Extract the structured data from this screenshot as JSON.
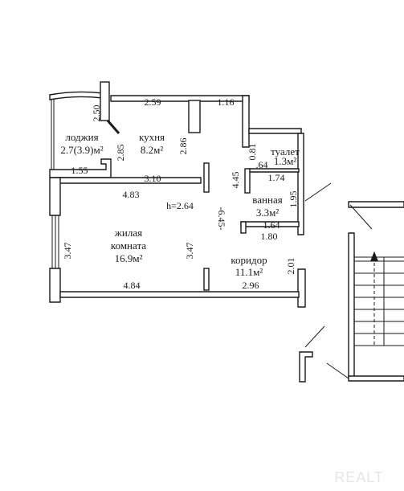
{
  "rooms": {
    "loggia": {
      "name": "лоджия",
      "area": "2.7(3.9)м²"
    },
    "kitchen": {
      "name": "кухня",
      "area": "8.2м²"
    },
    "toilet": {
      "name": "туалет",
      "area": "1.3м²"
    },
    "bathroom": {
      "name": "ванная",
      "area": "3.3м²"
    },
    "living": {
      "name_line1": "жилая",
      "name_line2": "комната",
      "area": "16.9м²"
    },
    "corridor": {
      "name": "коридор",
      "area": "11.1м²"
    }
  },
  "dimensions": {
    "kitchen_top": "2.59",
    "top_right": "1.16",
    "loggia_side": "2.50",
    "loggia_inner": "2.85",
    "kitchen_depth": "2.86",
    "toilet_depth": "0.81",
    "toilet_width": ".64",
    "bath_top": "1.74",
    "loggia_bottom": "1.55",
    "kitchen_bottom": "3.10",
    "bath_left": "4.45",
    "living_top": "4.83",
    "ceiling": "h=2.64",
    "corridor_axis": "-6.45-",
    "bath_right": "1.95",
    "bath_inner": "1.64",
    "bath_bottom": "1.80",
    "living_left": "3.47",
    "living_right": "3.47",
    "corridor_right": "2.01",
    "living_bottom": "4.84",
    "corridor_bottom": "2.96"
  },
  "watermark": "REALT"
}
